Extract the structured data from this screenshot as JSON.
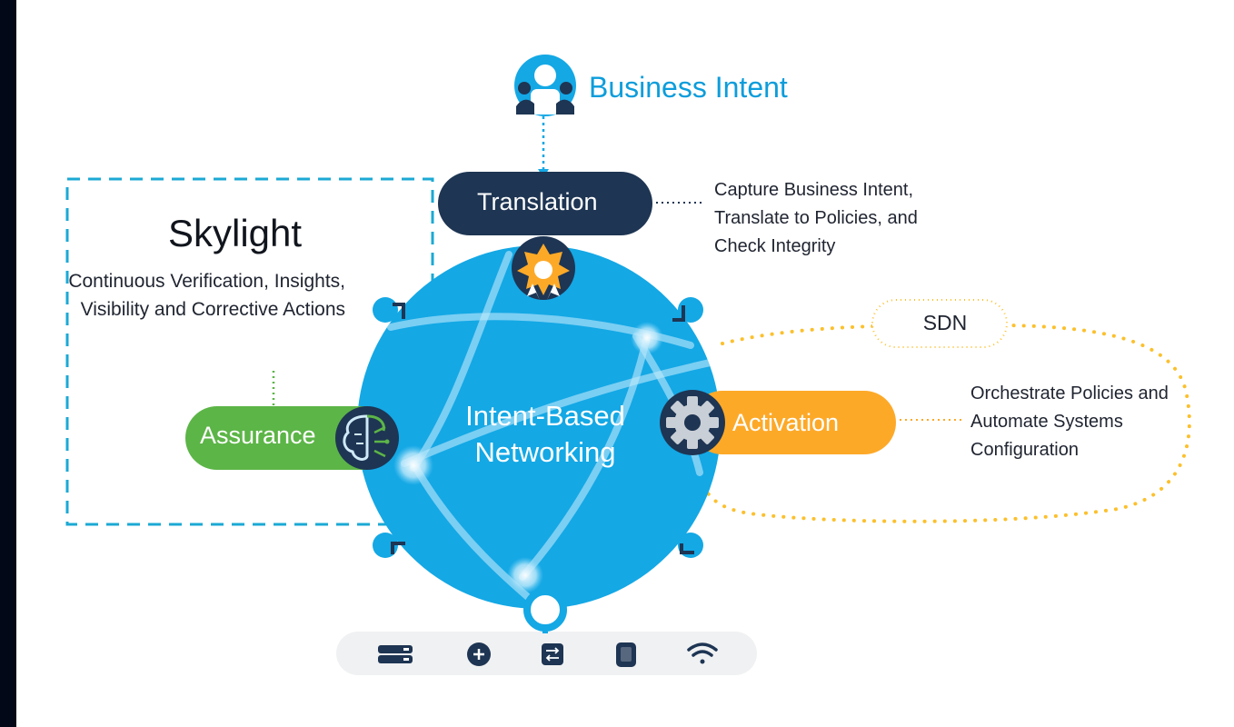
{
  "business_intent": {
    "label": "Business Intent",
    "icon": "users-icon"
  },
  "skylight": {
    "title": "Skylight",
    "description": "Continuous Verification, Insights, Visibility and Corrective Actions"
  },
  "translation": {
    "label": "Translation",
    "description": "Capture Business Intent, Translate to Policies, and Check Integrity",
    "icon": "badge-icon"
  },
  "center": {
    "label": "Intent-Based Networking"
  },
  "assurance": {
    "label": "Assurance",
    "icon": "brain-icon"
  },
  "activation": {
    "label": "Activation",
    "description": "Orchestrate Policies and Automate Systems Configuration",
    "icon": "gear-icon"
  },
  "sdn": {
    "label": "SDN"
  },
  "device_bar": {
    "icons": [
      "server-icon",
      "router-icon",
      "switch-icon",
      "device-icon",
      "wifi-icon"
    ]
  },
  "colors": {
    "globe": "#14a8e5",
    "navy": "#1e3553",
    "green": "#5cb547",
    "orange": "#fda928",
    "accent_blue": "#0d9ddb",
    "dashed_blue": "#1ba9d4",
    "dotted_yellow": "#fcc02c"
  }
}
